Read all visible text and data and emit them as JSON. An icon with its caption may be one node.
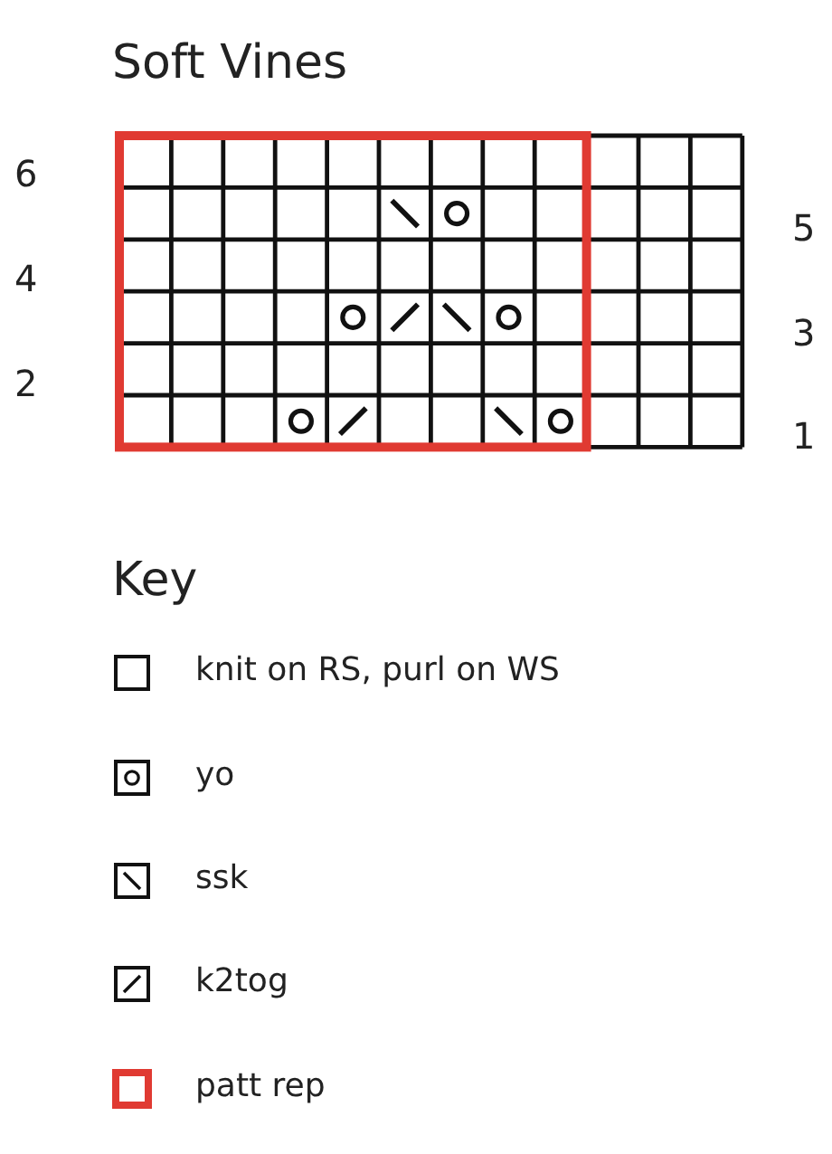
{
  "diagram": {
    "title": "Soft Vines",
    "labels": [
      "6",
      "5",
      "4",
      "3",
      "2",
      "1",
      "Key"
    ],
    "legend": [
      {
        "text": "knit on RS, purl on WS"
      },
      {
        "text": "yo"
      },
      {
        "text": "ssk"
      },
      {
        "text": "k2tog"
      },
      {
        "text": "patt rep"
      }
    ]
  }
}
